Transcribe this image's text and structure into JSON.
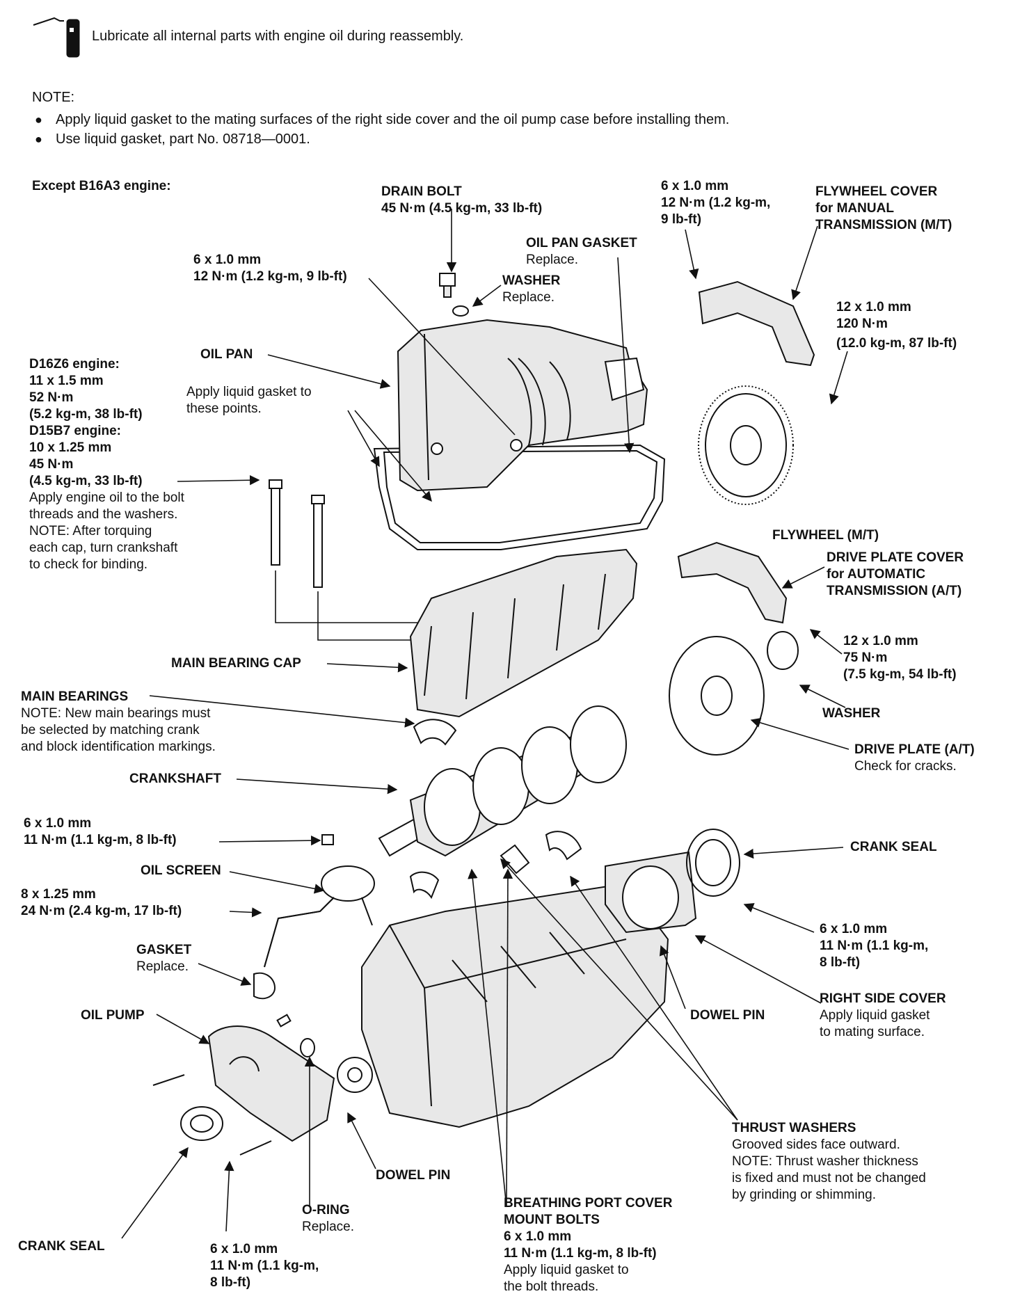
{
  "header": {
    "lubricate": "Lubricate all internal parts with engine oil during reassembly.",
    "note_title": "NOTE:",
    "notes": [
      "Apply liquid gasket to the mating surfaces of the right side cover and the oil pump case before installing them.",
      "Use liquid gasket, part No. 08718—0001."
    ],
    "except": "Except B16A3 engine:"
  },
  "callouts": {
    "drain_bolt": [
      "DRAIN BOLT",
      "45 N·m (4.5 kg-m, 33 lb-ft)"
    ],
    "fw_cover_bolt": [
      "6 x 1.0 mm",
      "12 N·m (1.2 kg-m,",
      "9 lb-ft)"
    ],
    "flywheel_cover": [
      "FLYWHEEL COVER",
      "for MANUAL",
      "TRANSMISSION (M/T)"
    ],
    "oil_pan_gasket": [
      "OIL PAN GASKET",
      "Replace."
    ],
    "pan_bolt": [
      "6 x 1.0 mm",
      "12 N·m (1.2 kg-m, 9 lb-ft)"
    ],
    "washer_top": [
      "WASHER",
      "Replace."
    ],
    "flywheel_bolt": [
      "12 x 1.0 mm",
      "120 N·m",
      "(12.0 kg-m, 87 lb-ft)"
    ],
    "oil_pan": [
      "OIL PAN"
    ],
    "apply_gasket": [
      "Apply liquid gasket to",
      "these points."
    ],
    "main_cap_bolt": [
      "D16Z6 engine:",
      "11 x 1.5 mm",
      "52 N·m",
      "(5.2 kg-m, 38 lb-ft)",
      "D15B7 engine:",
      "10 x 1.25 mm",
      "45 N·m",
      "(4.5 kg-m, 33 lb-ft)",
      "Apply engine oil to the bolt",
      "threads and the washers.",
      "NOTE:  After torquing",
      "each cap, turn crankshaft",
      "to check for binding."
    ],
    "flywheel": [
      "FLYWHEEL (M/T)"
    ],
    "drive_plate_cover": [
      "DRIVE PLATE COVER",
      "for AUTOMATIC",
      "TRANSMISSION (A/T)"
    ],
    "drive_plate_bolt": [
      "12 x 1.0 mm",
      "75 N·m",
      "(7.5 kg-m, 54 lb-ft)"
    ],
    "main_bearing_cap": [
      "MAIN BEARING CAP"
    ],
    "main_bearings": [
      "MAIN BEARINGS",
      "NOTE:  New main bearings must",
      "be selected by matching crank",
      "and block identification markings."
    ],
    "washer_dp": [
      "WASHER"
    ],
    "drive_plate": [
      "DRIVE PLATE (A/T)",
      "Check for cracks."
    ],
    "crankshaft": [
      "CRANKSHAFT"
    ],
    "screen_bolt": [
      "6 x 1.0 mm",
      "11 N·m (1.1 kg-m, 8 lb-ft)"
    ],
    "crank_seal_right": [
      "CRANK SEAL"
    ],
    "oil_screen": [
      "OIL SCREEN"
    ],
    "pump_bolt": [
      "8 x 1.25 mm",
      "24 N·m (2.4 kg-m, 17 lb-ft)"
    ],
    "side_cover_bolt": [
      "6 x 1.0 mm",
      "11 N·m (1.1 kg-m,",
      "8 lb-ft)"
    ],
    "gasket": [
      "GASKET",
      "Replace."
    ],
    "right_side_cover": [
      "RIGHT SIDE COVER",
      "Apply liquid gasket",
      "to mating surface."
    ],
    "oil_pump": [
      "OIL PUMP"
    ],
    "dowel_pin_right": [
      "DOWEL PIN"
    ],
    "thrust_washers": [
      "THRUST WASHERS",
      "Grooved sides face outward.",
      "NOTE:  Thrust washer thickness",
      "is fixed and must not be changed",
      "by grinding or shimming."
    ],
    "dowel_pin_bottom": [
      "DOWEL PIN"
    ],
    "o_ring": [
      "O-RING",
      "Replace."
    ],
    "breathing_port": [
      "BREATHING PORT COVER",
      "MOUNT BOLTS",
      "6 x 1.0 mm",
      "11 N·m (1.1 kg-m, 8 lb-ft)",
      "Apply liquid gasket to",
      "the bolt threads."
    ],
    "crank_seal_left": [
      "CRANK SEAL"
    ],
    "pump_case_bolt": [
      "6 x 1.0 mm",
      "11 N·m (1.1 kg-m,",
      "8 lb-ft)"
    ]
  }
}
